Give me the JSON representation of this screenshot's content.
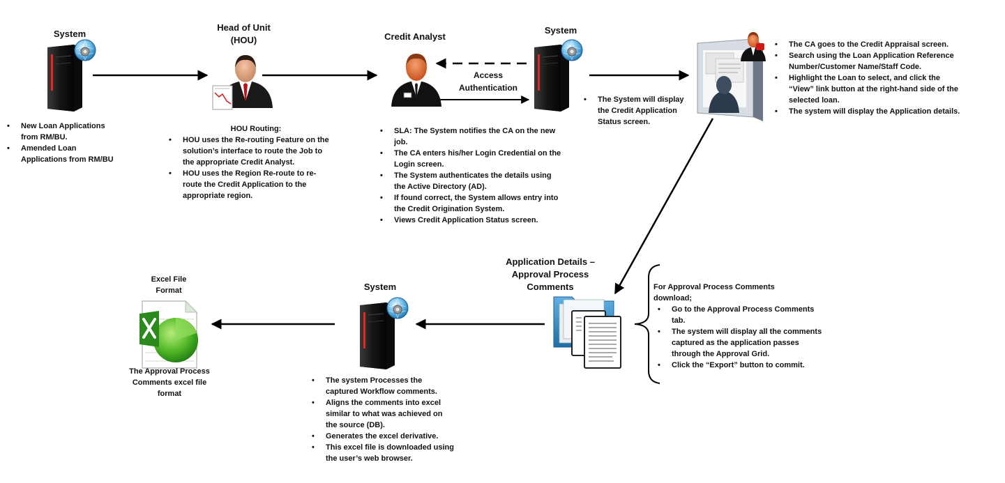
{
  "nodes": {
    "system1": {
      "title": "System"
    },
    "hou": {
      "title": "Head of Unit (HOU)"
    },
    "ca": {
      "title": "Credit Analyst"
    },
    "system2": {
      "title": "System"
    },
    "appdetails": {
      "title": "Application Details – Approval Process Comments"
    },
    "system3": {
      "title": "System"
    },
    "excel": {
      "title": "Excel File Format",
      "caption": "The Approval Process Comments excel file format"
    }
  },
  "edges": {
    "access_label": "Access Authentication"
  },
  "notes": {
    "system1": [
      "New Loan Applications from RM/BU.",
      "Amended Loan Applications from RM/BU"
    ],
    "hou_heading": "HOU Routing:",
    "hou": [
      "HOU uses the Re-routing Feature on the solution’s interface to route the Job to the appropriate Credit Analyst.",
      "HOU uses the Region Re-route to re-route the Credit Application to the appropriate region."
    ],
    "ca": [
      "SLA: The System notifies the CA on the new job.",
      "The CA enters his/her Login Credential on the Login screen.",
      "The System authenticates the details using the Active Directory (AD).",
      "If found correct, the System allows entry into the Credit Origination System.",
      "Views Credit Application Status screen."
    ],
    "system2": [
      "The System will display the Credit Application Status screen."
    ],
    "appraisal": [
      "The CA goes to the Credit Appraisal screen.",
      "Search using the Loan Application Reference Number/Customer Name/Staff Code.",
      "Highlight the Loan to select, and click the “View” link button at the right-hand side of the selected loan.",
      "The system will display the Application details."
    ],
    "approval_intro": "For Approval Process Comments download;",
    "approval": [
      "Go to the Approval Process Comments tab.",
      "The system will display all the comments captured as the application passes through the Approval Grid.",
      "Click the “Export” button to commit."
    ],
    "system3": [
      "The system Processes the captured Workflow comments.",
      "Aligns the comments into excel similar to what was achieved on the source (DB).",
      "Generates the excel derivative.",
      "This excel file is downloaded using the user’s web browser."
    ]
  },
  "icons": {
    "server": "server-icon",
    "manager": "manager-person-icon",
    "analyst": "analyst-person-icon",
    "appraisal": "credit-appraisal-screen-icon",
    "documents": "documents-icon",
    "excel": "excel-file-icon"
  }
}
